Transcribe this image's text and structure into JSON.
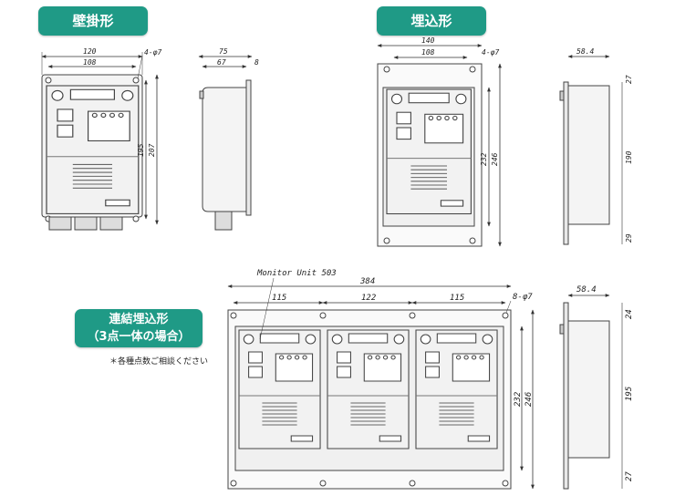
{
  "titles": {
    "wall": "壁掛形",
    "flush": "埋込形",
    "linked_line1": "連結埋込形",
    "linked_line2": "（3点一体の場合）"
  },
  "note": "＊各種点数ご相談ください",
  "callouts": {
    "monitor_unit": "Monitor Unit 503"
  },
  "dims": {
    "wall_front_width": "120",
    "wall_front_inner": "108",
    "wall_front_hole": "4-φ7",
    "wall_front_h1": "195",
    "wall_front_h2": "207",
    "wall_side_depth": "75",
    "wall_side_d1": "67",
    "wall_side_d2": "8",
    "flush_front_width": "140",
    "flush_front_inner": "108",
    "flush_front_hole": "4-φ7",
    "flush_front_h1": "232",
    "flush_front_h2": "246",
    "flush_side_depth": "58.4",
    "flush_side_top": "27",
    "flush_side_mid": "190",
    "flush_side_bot": "29",
    "linked_total": "384",
    "linked_seg1": "115",
    "linked_seg2": "122",
    "linked_seg3": "115",
    "linked_hole": "8-φ7",
    "linked_h1": "232",
    "linked_h2": "246",
    "linked_side_depth": "58.4",
    "linked_side_top": "24",
    "linked_side_mid": "195",
    "linked_side_bot": "27"
  }
}
